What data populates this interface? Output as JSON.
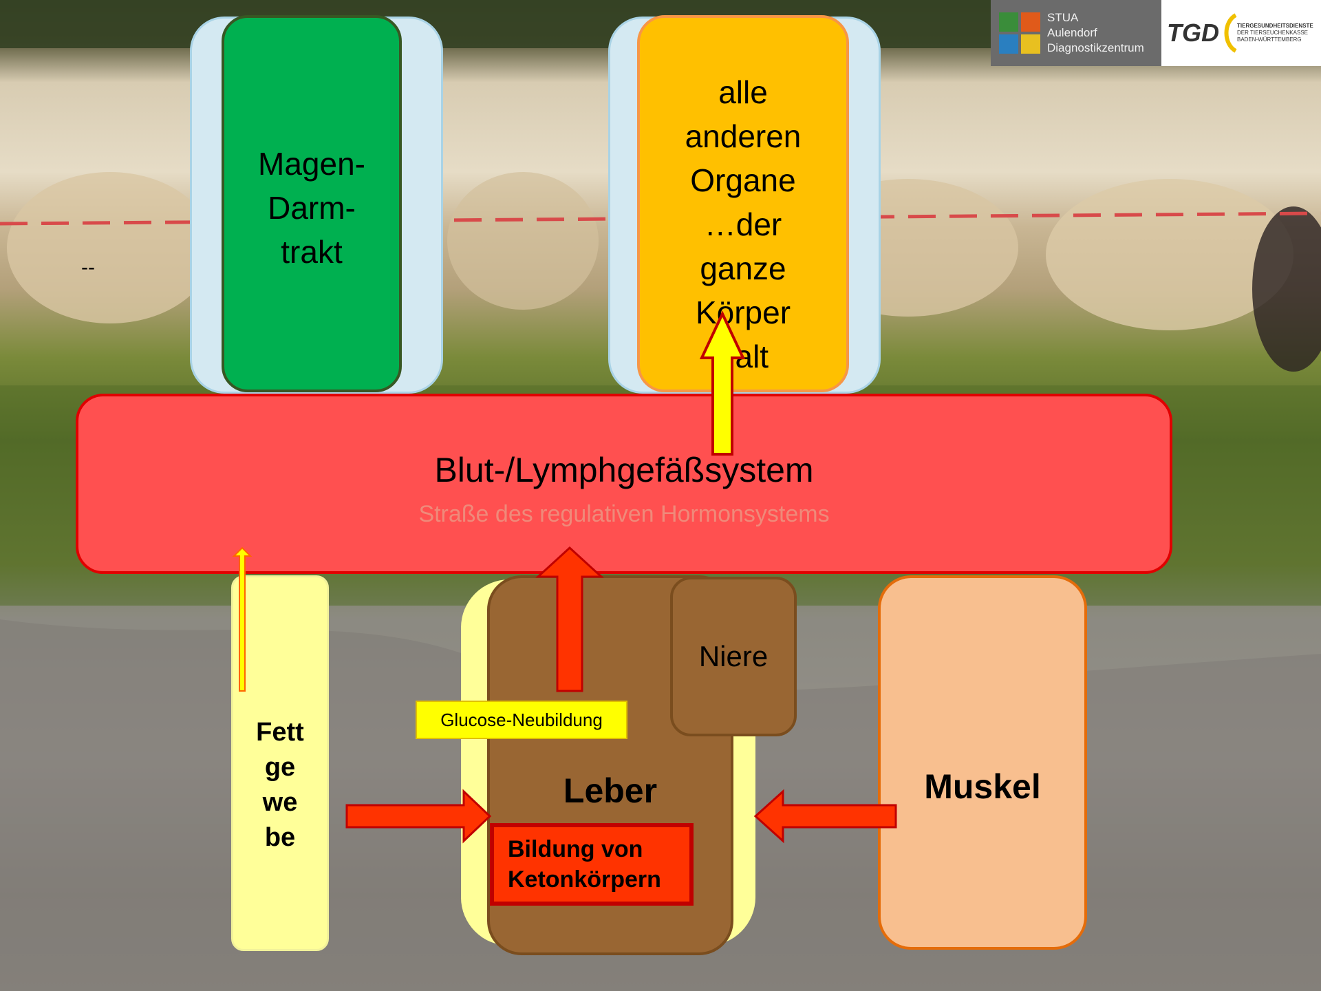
{
  "logo": {
    "stua_lines": [
      "STUA",
      "Aulendorf",
      "Diagnostikzentrum"
    ],
    "tgd_mark": "TGD",
    "tgd_subtitle_1": "TIERGESUNDHEITSDIENSTE",
    "tgd_subtitle_2": "DER TIERSEUCHENKASSE",
    "tgd_subtitle_3": "BADEN-WÜRTTEMBERG"
  },
  "nodes": {
    "magen_darm": "Magen-\nDarm-\ntrakt",
    "organe": "alle\nanderen\nOrgane\n…der\nganze\nKörper\nhalt",
    "blut_title": "Blut-/Lymphgefäßsystem",
    "blut_subtitle": "Straße des regulativen Hormonsystems",
    "fett": "Fett\nge\nwe\nbe",
    "leber": "Leber",
    "niere": "Niere",
    "muskel": "Muskel",
    "glucose": "Glucose-Neubildung",
    "ketone": "Bildung von\nKetonkörpern",
    "stray_dash": "--"
  },
  "colors": {
    "green": "#00b050",
    "orange": "#ffc000",
    "red": "#ff5050",
    "brown": "#996633",
    "muscle": "#f8bf8f",
    "fat": "#ffff99",
    "arrow_red": "#ff3300",
    "arrow_yellow": "#ffff00"
  }
}
